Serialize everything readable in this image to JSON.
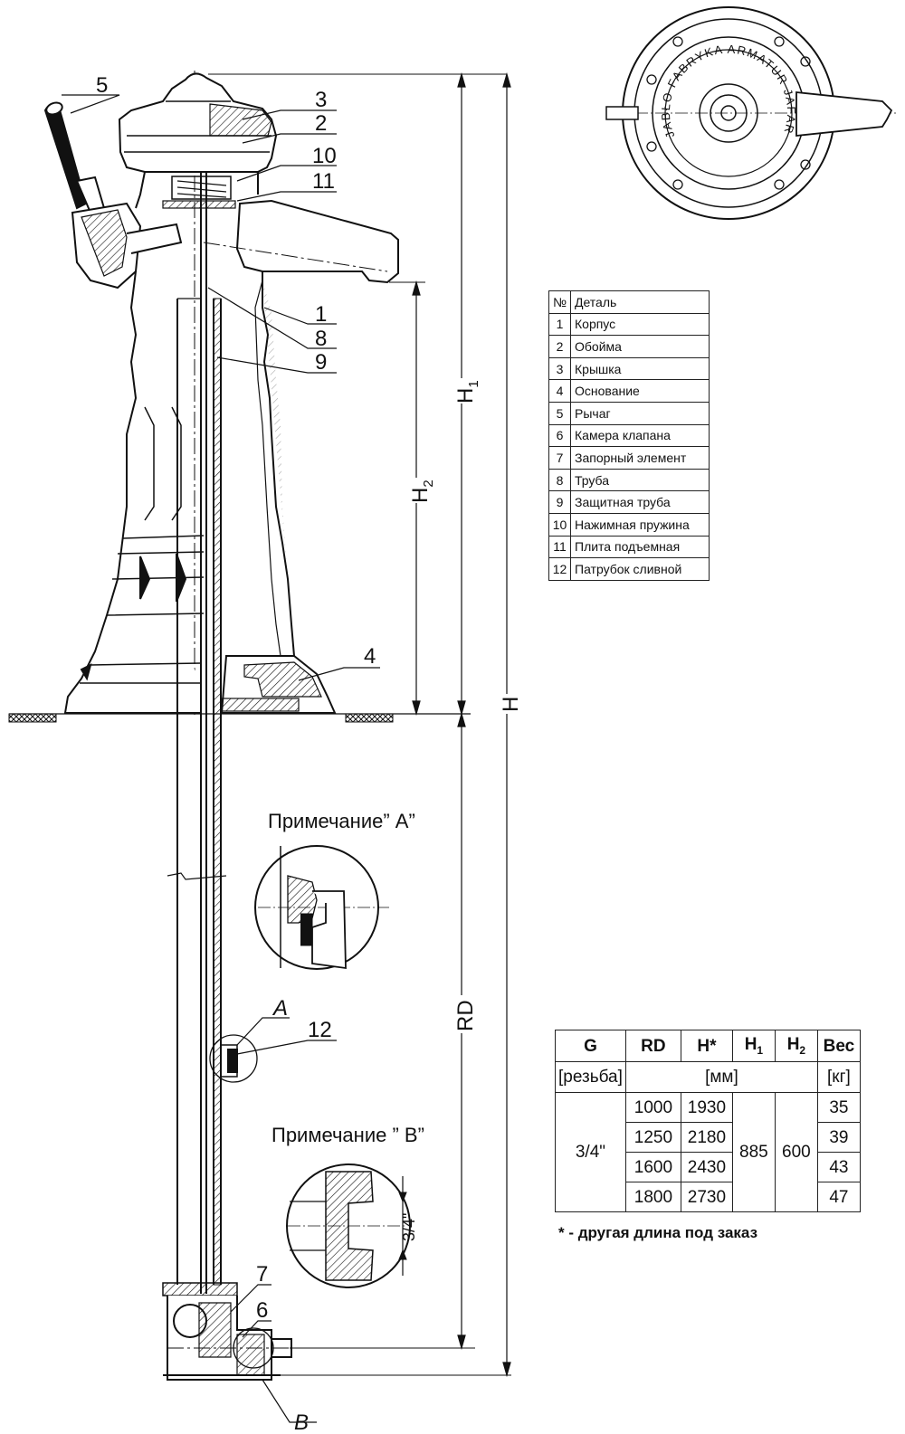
{
  "labels": {
    "callouts": [
      "5",
      "3",
      "2",
      "10",
      "11",
      "1",
      "8",
      "9",
      "4",
      "12",
      "7",
      "6"
    ],
    "detail_marks": {
      "a": "A",
      "b": "B"
    }
  },
  "dimensions": {
    "h1_main": "H",
    "h1_sub": "1",
    "h2_main": "H",
    "h2_sub": "2",
    "h": "H",
    "rd": "RD",
    "thread": "3/4\""
  },
  "notes": {
    "a_title": "Примечание” A”",
    "b_title": "Примечание ” B”"
  },
  "top_view": {
    "inscription": "JABŁO FABRYKA ARMATUR JAFAR SA"
  },
  "parts_table": {
    "header": {
      "no": "№",
      "name": "Деталь"
    },
    "rows": [
      {
        "no": "1",
        "name": "Корпус"
      },
      {
        "no": "2",
        "name": "Обойма"
      },
      {
        "no": "3",
        "name": "Крышка"
      },
      {
        "no": "4",
        "name": "Основание"
      },
      {
        "no": "5",
        "name": "Рычаг"
      },
      {
        "no": "6",
        "name": "Камера клапана"
      },
      {
        "no": "7",
        "name": "Запорный элемент"
      },
      {
        "no": "8",
        "name": "Труба"
      },
      {
        "no": "9",
        "name": "Защитная труба"
      },
      {
        "no": "10",
        "name": "Нажимная пружина"
      },
      {
        "no": "11",
        "name": "Плита подъемная"
      },
      {
        "no": "12",
        "name": "Патрубок сливной"
      }
    ]
  },
  "spec_table": {
    "header": {
      "g": "G",
      "rd": "RD",
      "h": "H*",
      "h1_main": "H",
      "h1_sub": "1",
      "h2_main": "H",
      "h2_sub": "2",
      "weight": "Вес"
    },
    "units": {
      "g": "[резьба]",
      "mm": "[мм]",
      "kg": "[кг]"
    },
    "g_value": "3/4\"",
    "h1_value": "885",
    "h2_value": "600",
    "rows": [
      {
        "rd": "1000",
        "h": "1930",
        "weight": "35"
      },
      {
        "rd": "1250",
        "h": "2180",
        "weight": "39"
      },
      {
        "rd": "1600",
        "h": "2430",
        "weight": "43"
      },
      {
        "rd": "1800",
        "h": "2730",
        "weight": "47"
      }
    ],
    "footnote": "* - другая длина под заказ"
  }
}
